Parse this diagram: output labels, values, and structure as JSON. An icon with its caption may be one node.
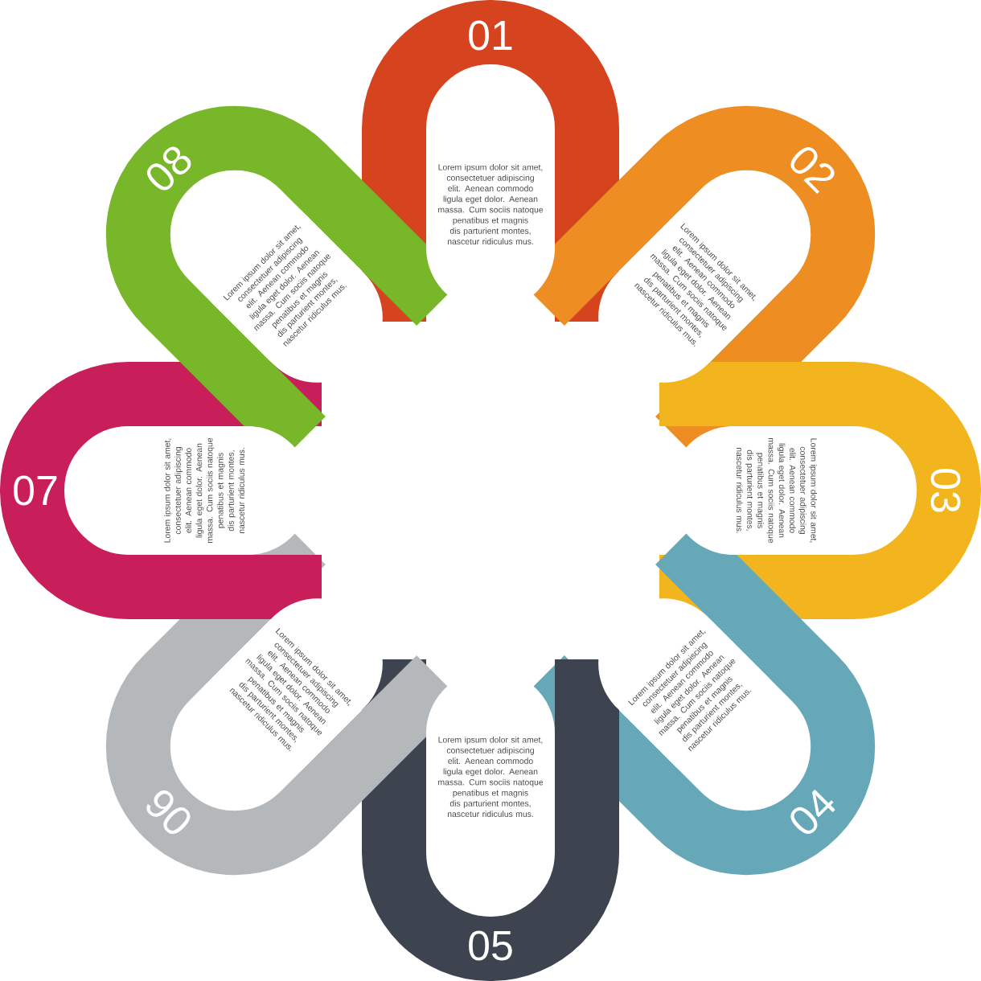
{
  "diagram": {
    "nodes": [
      {
        "text": [
          "Lorem ipsum dolor sit amet, consectetuer adipiscing elit. Aenean commodo ligula eget dolor. Aenean massa. Cum sociis natoque penatibus et magnis dis parturient montes, nascetur ridiculus mus."
        ],
        "beside": [
          "01"
        ]
      },
      {
        "text": [
          "Lorem ipsum dolor sit amet, consectetuer adipiscing elit. Aenean commodo ligula eget dolor. Aenean massa. Cum sociis natoque penatibus et magnis dis parturient montes, nascetur ridiculus mus."
        ],
        "beside": [
          "02"
        ]
      },
      {
        "text": [
          "Lorem ipsum dolor sit amet, consectetuer adipiscing elit. Aenean commodo ligula eget dolor. Aenean massa. Cum sociis natoque penatibus et magnis dis parturient montes, nascetur ridiculus mus."
        ],
        "beside": [
          "03"
        ]
      },
      {
        "text": [
          "Lorem ipsum dolor sit amet, consectetuer adipiscing elit. Aenean commodo ligula eget dolor. Aenean massa. Cum sociis natoque penatibus et magnis dis parturient montes, nascetur ridiculus mus."
        ],
        "beside": [
          "04"
        ]
      },
      {
        "text": [
          "Lorem ipsum dolor sit amet, consectetuer adipiscing elit. Aenean commodo ligula eget dolor. Aenean massa. Cum sociis natoque penatibus et magnis dis parturient montes, nascetur ridiculus mus."
        ],
        "beside": [
          "05"
        ]
      },
      {
        "text": [
          "Lorem ipsum dolor sit amet, consectetuer adipiscing elit. Aenean commodo ligula eget dolor. Aenean massa. Cum sociis natoque penatibus et magnis dis parturient montes, nascetur ridiculus mus."
        ],
        "beside": [
          "06"
        ]
      },
      {
        "text": [
          "Lorem ipsum dolor sit amet, consectetuer adipiscing elit. Aenean commodo ligula eget dolor. Aenean massa. Cum sociis natoque penatibus et magnis dis parturient montes, nascetur ridiculus mus."
        ],
        "beside": [
          "07"
        ]
      },
      {
        "text": [
          "Lorem ipsum dolor sit amet, consectetuer adipiscing elit. Aenean commodo ligula eget dolor. Aenean massa. Cum sociis natoque penatibus et magnis dis parturient montes, nascetur ridiculus mus."
        ],
        "beside": [
          "08"
        ]
      }
    ]
  }
}
